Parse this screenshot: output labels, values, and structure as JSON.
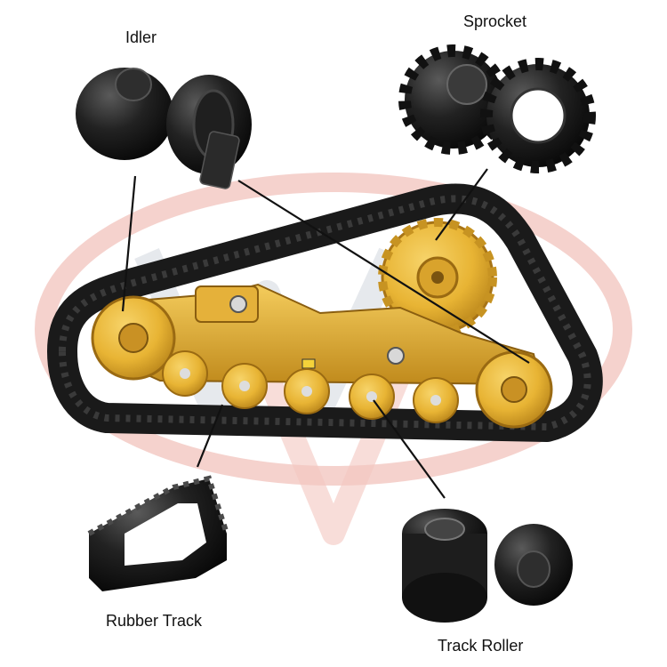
{
  "labels": {
    "idler": "Idler",
    "sprocket": "Sprocket",
    "rubber_track": "Rubber Track",
    "track_roller": "Track Roller"
  },
  "colors": {
    "frame_yellow": "#e8b434",
    "frame_dark": "#b8841a",
    "rubber_black": "#1a1a1a",
    "watermark_red": "#f3c7c0",
    "watermark_gray": "#dcdfe6",
    "leader_line": "#111111"
  }
}
